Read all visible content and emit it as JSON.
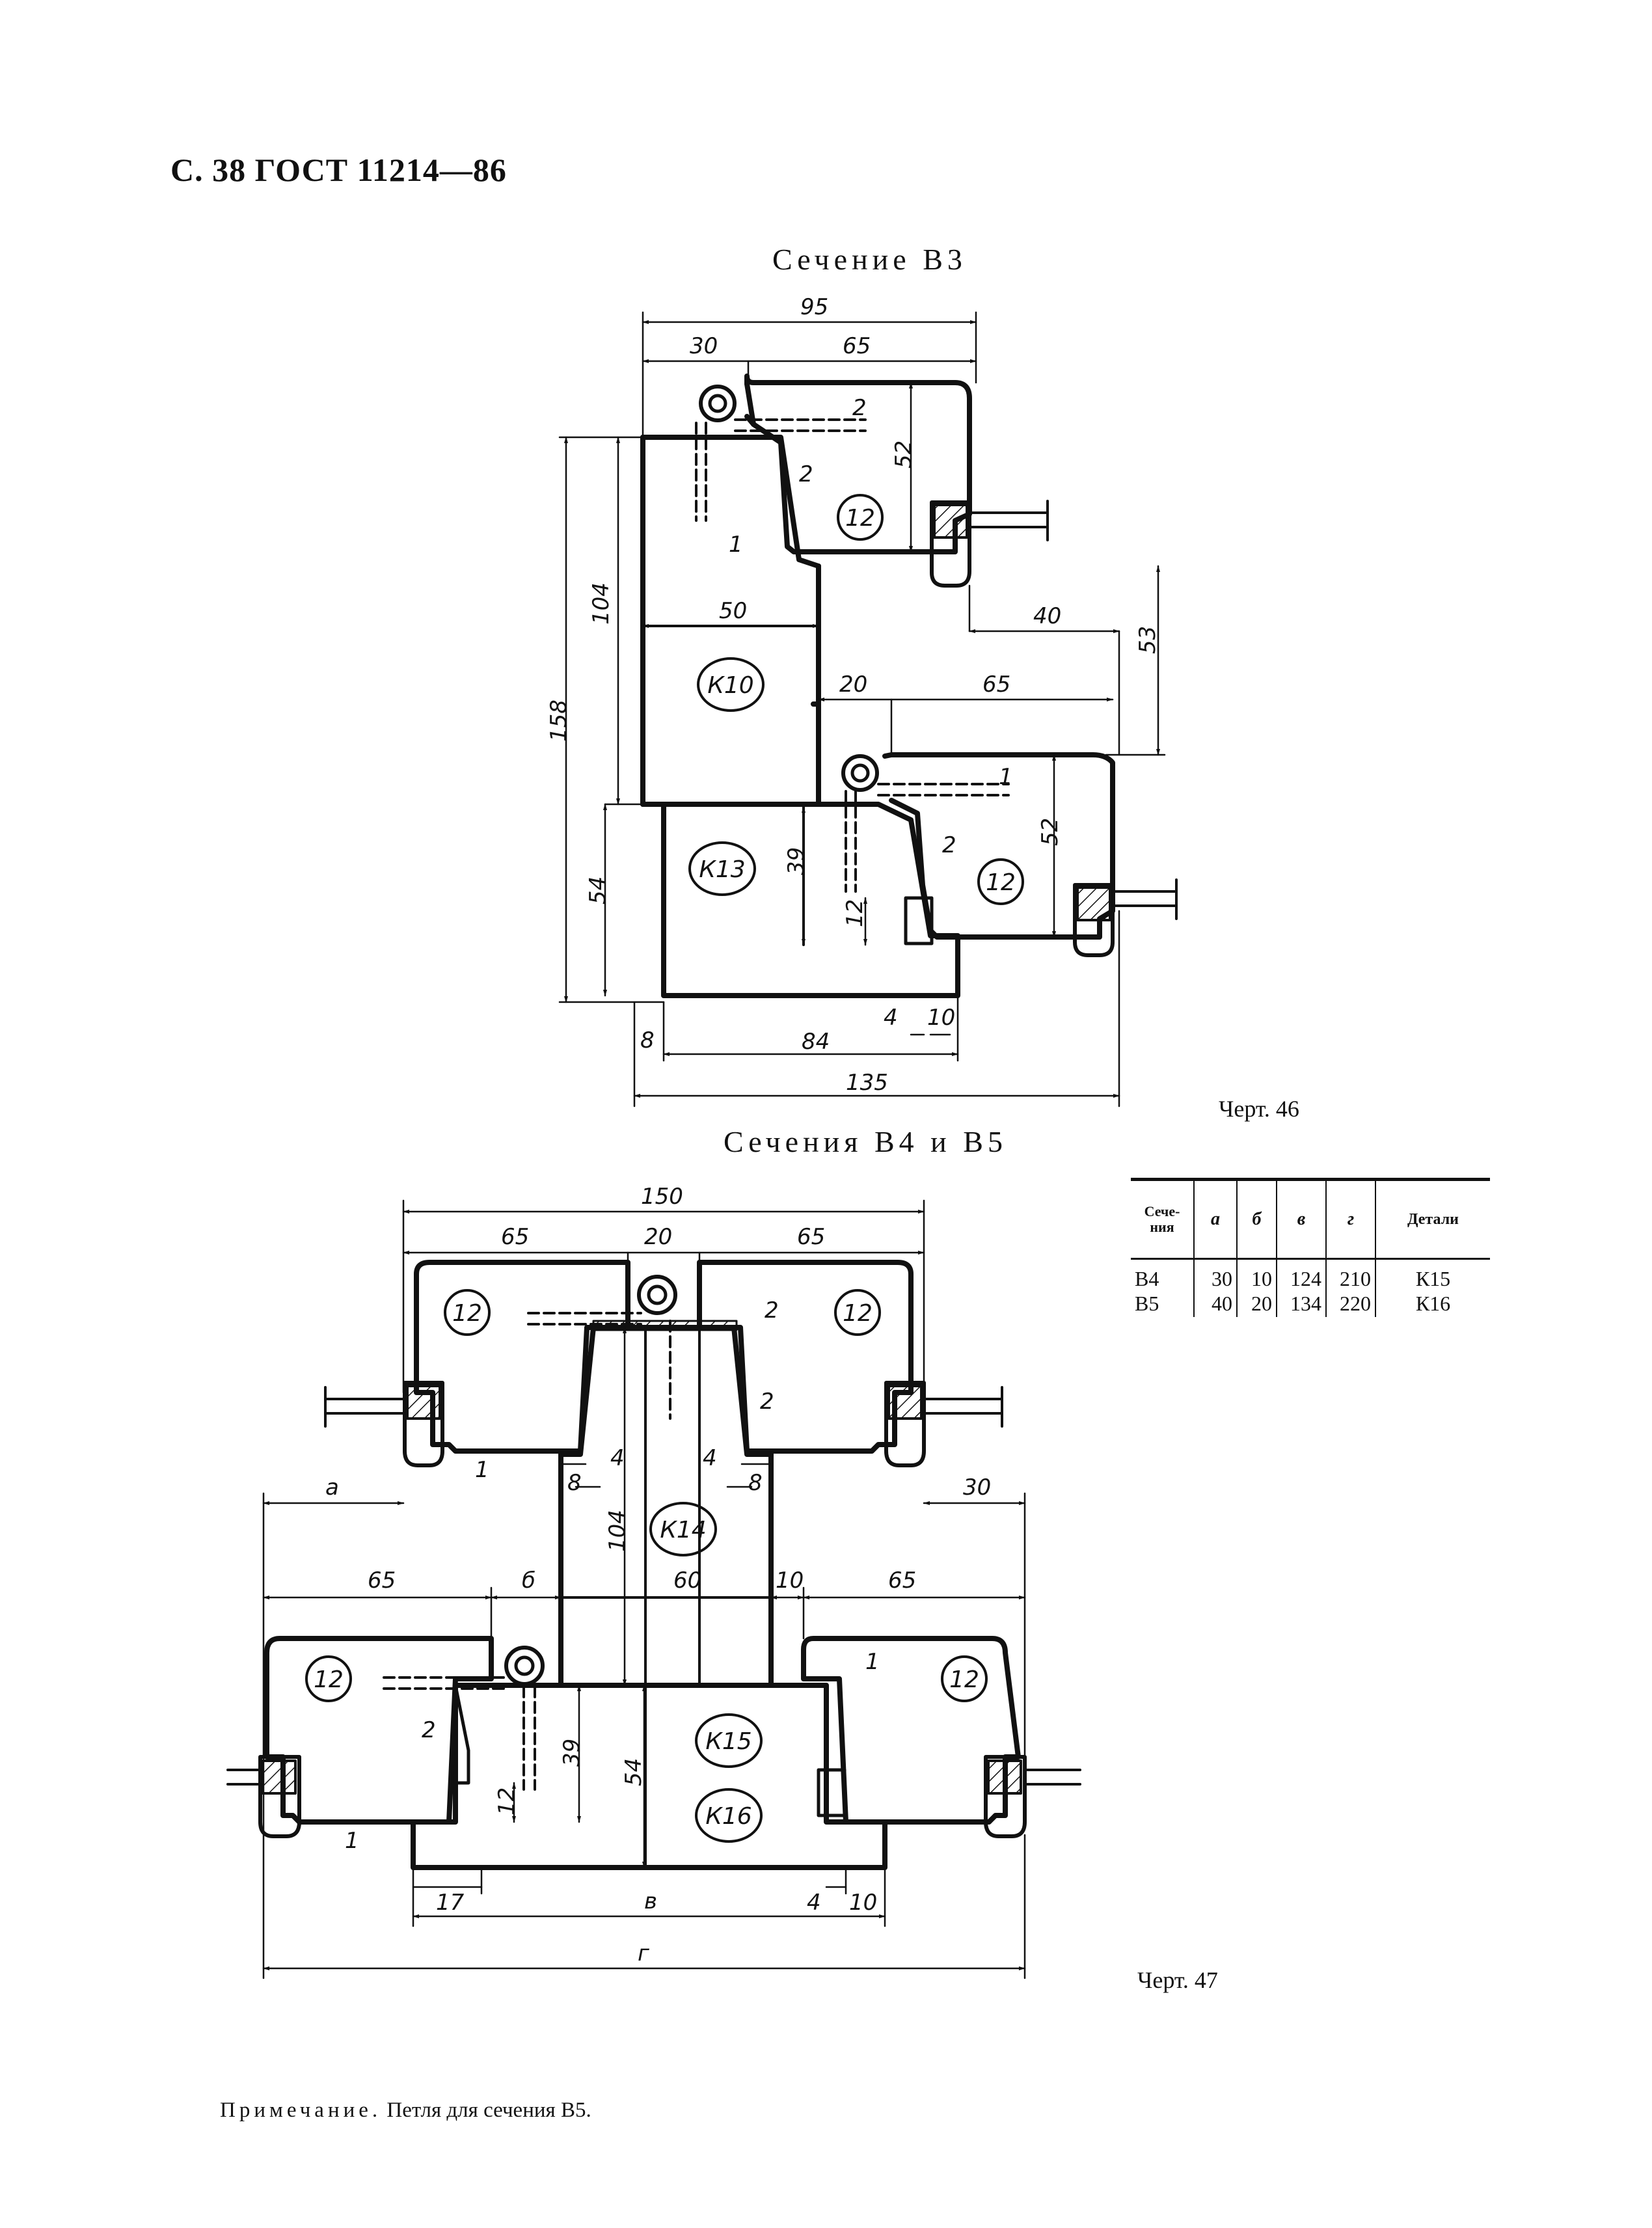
{
  "header": "С. 38 ГОСТ 11214—86",
  "section1": {
    "title": "Сечение В3",
    "caption": "Черт. 46",
    "dims": {
      "w95": "95",
      "w30": "30",
      "w65a": "65",
      "h52a": "52",
      "t2a": "2",
      "t2b": "2",
      "t1a": "1",
      "h104": "104",
      "h158": "158",
      "w50": "50",
      "w40": "40",
      "h53": "53",
      "w20": "20",
      "w65b": "65",
      "t1b": "1",
      "h52b": "52",
      "t2c": "2",
      "h39": "39",
      "h12": "12",
      "h54": "54",
      "w4": "4",
      "w10": "10",
      "w8": "8",
      "w84": "84",
      "w135": "135"
    },
    "labels": {
      "p12a": "12",
      "k10": "К10",
      "k13": "К13",
      "p12b": "12"
    }
  },
  "section2": {
    "title": "Сечения В4 и В5",
    "caption": "Черт. 47",
    "dims": {
      "w150": "150",
      "w65l": "65",
      "w20": "20",
      "w65r": "65",
      "t2r": "2",
      "t2rr": "2",
      "t1": "1",
      "w4l": "4",
      "w4r": "4",
      "w8l": "8",
      "w8r": "8",
      "h104": "104",
      "a": "а",
      "w30": "30",
      "w65bl": "65",
      "b": "б",
      "w60": "60",
      "w10a": "10",
      "w65br": "65",
      "t1br": "1",
      "t2bl": "2",
      "h39": "39",
      "h54": "54",
      "h12": "12",
      "t1bl": "1",
      "w17": "17",
      "w4b": "4",
      "w10b": "10",
      "v": "в",
      "g": "г"
    },
    "labels": {
      "p12tl": "12",
      "p12tr": "12",
      "k14": "К14",
      "p12bl": "12",
      "p12br": "12",
      "k15": "К15",
      "k16": "К16"
    }
  },
  "table": {
    "headers": [
      "Сече-\nния",
      "а",
      "б",
      "в",
      "г",
      "Детали"
    ],
    "rows": [
      [
        "В4",
        "30",
        "10",
        "124",
        "210",
        "К15"
      ],
      [
        "В5",
        "40",
        "20",
        "134",
        "220",
        "К16"
      ]
    ]
  },
  "note": {
    "lead": "Примечание.",
    "text": " Петля для сечения В5."
  }
}
